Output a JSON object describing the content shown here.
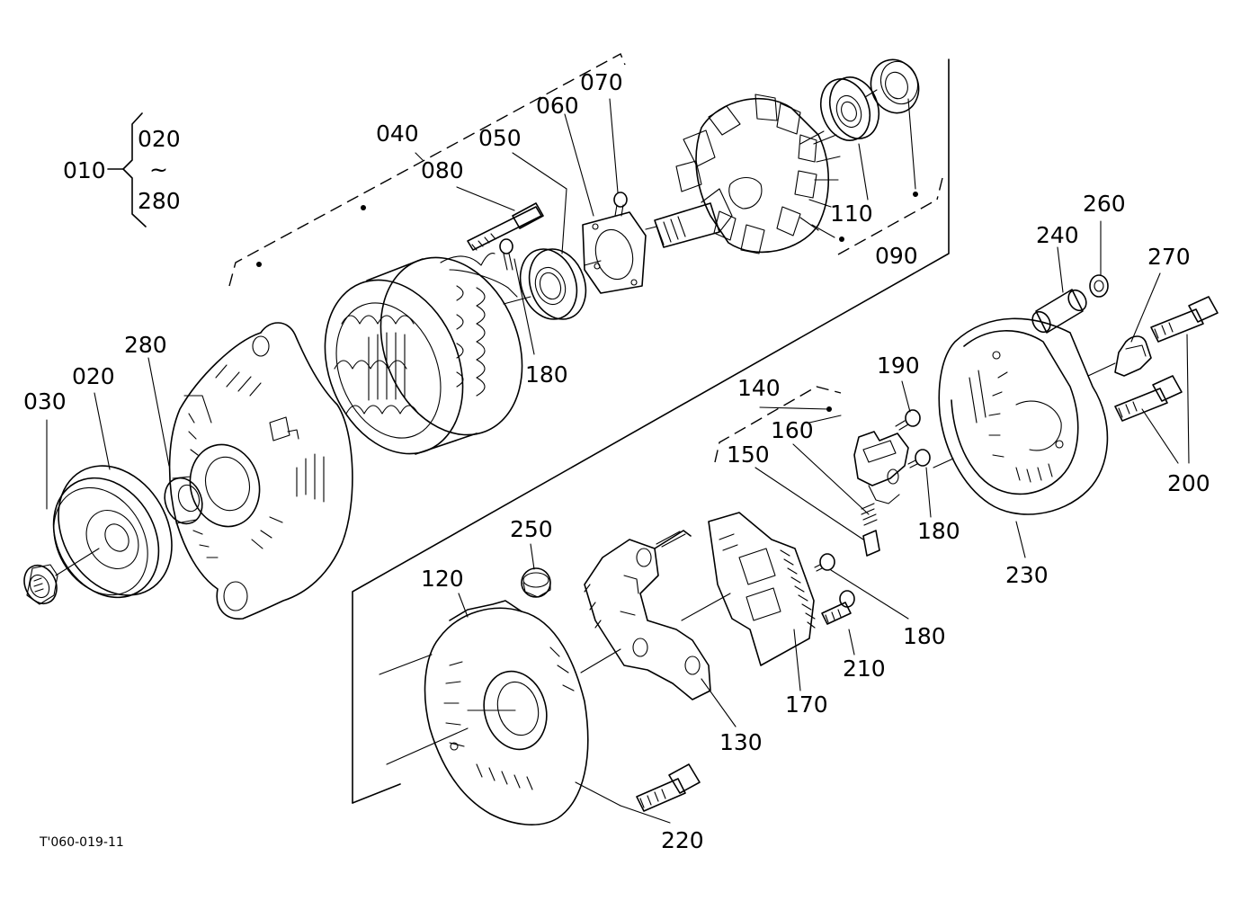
{
  "figure_code": "T'060-019-11",
  "callouts": {
    "c010": "010",
    "c020_range": "020",
    "tilde": "~",
    "c280_range": "280",
    "c020": "020",
    "c030": "030",
    "c040": "040",
    "c050": "050",
    "c060": "060",
    "c070": "070",
    "c080": "080",
    "c090": "090",
    "c110": "110",
    "c120": "120",
    "c130": "130",
    "c140": "140",
    "c150": "150",
    "c160": "160",
    "c170": "170",
    "c180a": "180",
    "c180b": "180",
    "c180c": "180",
    "c190": "190",
    "c200": "200",
    "c210": "210",
    "c220": "220",
    "c230": "230",
    "c240": "240",
    "c250": "250",
    "c260": "260",
    "c270": "270",
    "c280": "280"
  }
}
